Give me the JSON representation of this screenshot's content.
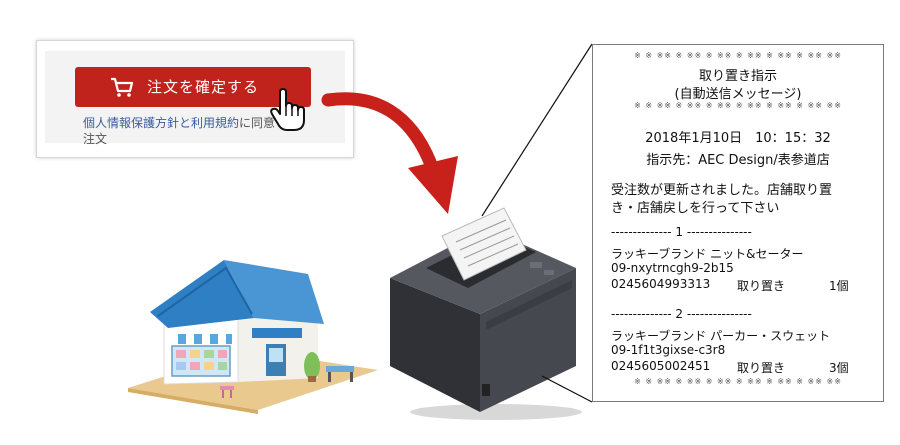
{
  "checkout": {
    "button_label": "注文を確定する",
    "consent_link": "個人情報保護方針と利用規約",
    "consent_text": "に同意",
    "consent_text2": "注文"
  },
  "receipt": {
    "stars": "※ ※ ※※ ※ ※※ ※ ※※ ※ ※※ ※ ※※ ※ ※※ ※※",
    "title": "取り置き指示",
    "subtitle": "(自動送信メッセージ)",
    "datetime": "2018年1月10日　10：15：32",
    "destination": "指示先：AEC Design/表参道店",
    "message_line1": "受注数が更新されました。店舗取り置",
    "message_line2": "き・店舗戻しを行って下さい",
    "items": [
      {
        "separator": "--------------   1   ---------------",
        "product": "ラッキーブランド ニット&セーター",
        "code": "09-nxytrncgh9-2b15",
        "barcode": "0245604993313",
        "action": "取り置き",
        "qty": "1個"
      },
      {
        "separator": "--------------   2   ---------------",
        "product": "ラッキーブランド パーカー・スウェット",
        "code": "09-1f1t3gixse-c3r8",
        "barcode": "0245605002451",
        "action": "取り置き",
        "qty": "3個"
      }
    ]
  },
  "colors": {
    "button_red": "#c0221c",
    "arrow_red": "#c8201a",
    "link_blue": "#3a5b9c",
    "roof_blue": "#2f7fc4",
    "printer_gray": "#3b3d42"
  },
  "icons": [
    "cart-icon",
    "pointing-hand-icon"
  ]
}
